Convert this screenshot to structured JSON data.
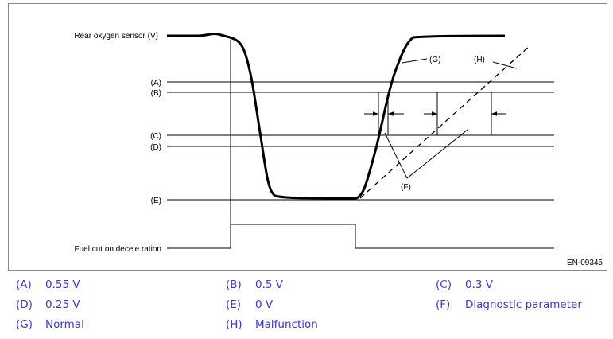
{
  "diagram": {
    "y_axis_label": "Rear oxygen sensor (V)",
    "level_labels": [
      "(A)",
      "(B)",
      "(C)",
      "(D)",
      "(E)"
    ],
    "fuel_cut_label": "Fuel cut on decele ration",
    "callout_normal": "(G)",
    "callout_malfunction": "(H)",
    "callout_parameter": "(F)",
    "figure_id": "EN-09345",
    "curve_color": "#000000",
    "frame_color": "#8a8a8a"
  },
  "legend": [
    {
      "key": "(A)",
      "text": "0.55 V"
    },
    {
      "key": "(B)",
      "text": "0.5 V"
    },
    {
      "key": "(C)",
      "text": "0.3 V"
    },
    {
      "key": "(D)",
      "text": "0.25 V"
    },
    {
      "key": "(E)",
      "text": "0 V"
    },
    {
      "key": "(F)",
      "text": "Diagnostic parameter"
    },
    {
      "key": "(G)",
      "text": "Normal"
    },
    {
      "key": "(H)",
      "text": "Malfunction"
    }
  ],
  "legend_color": "#3b3bc6"
}
